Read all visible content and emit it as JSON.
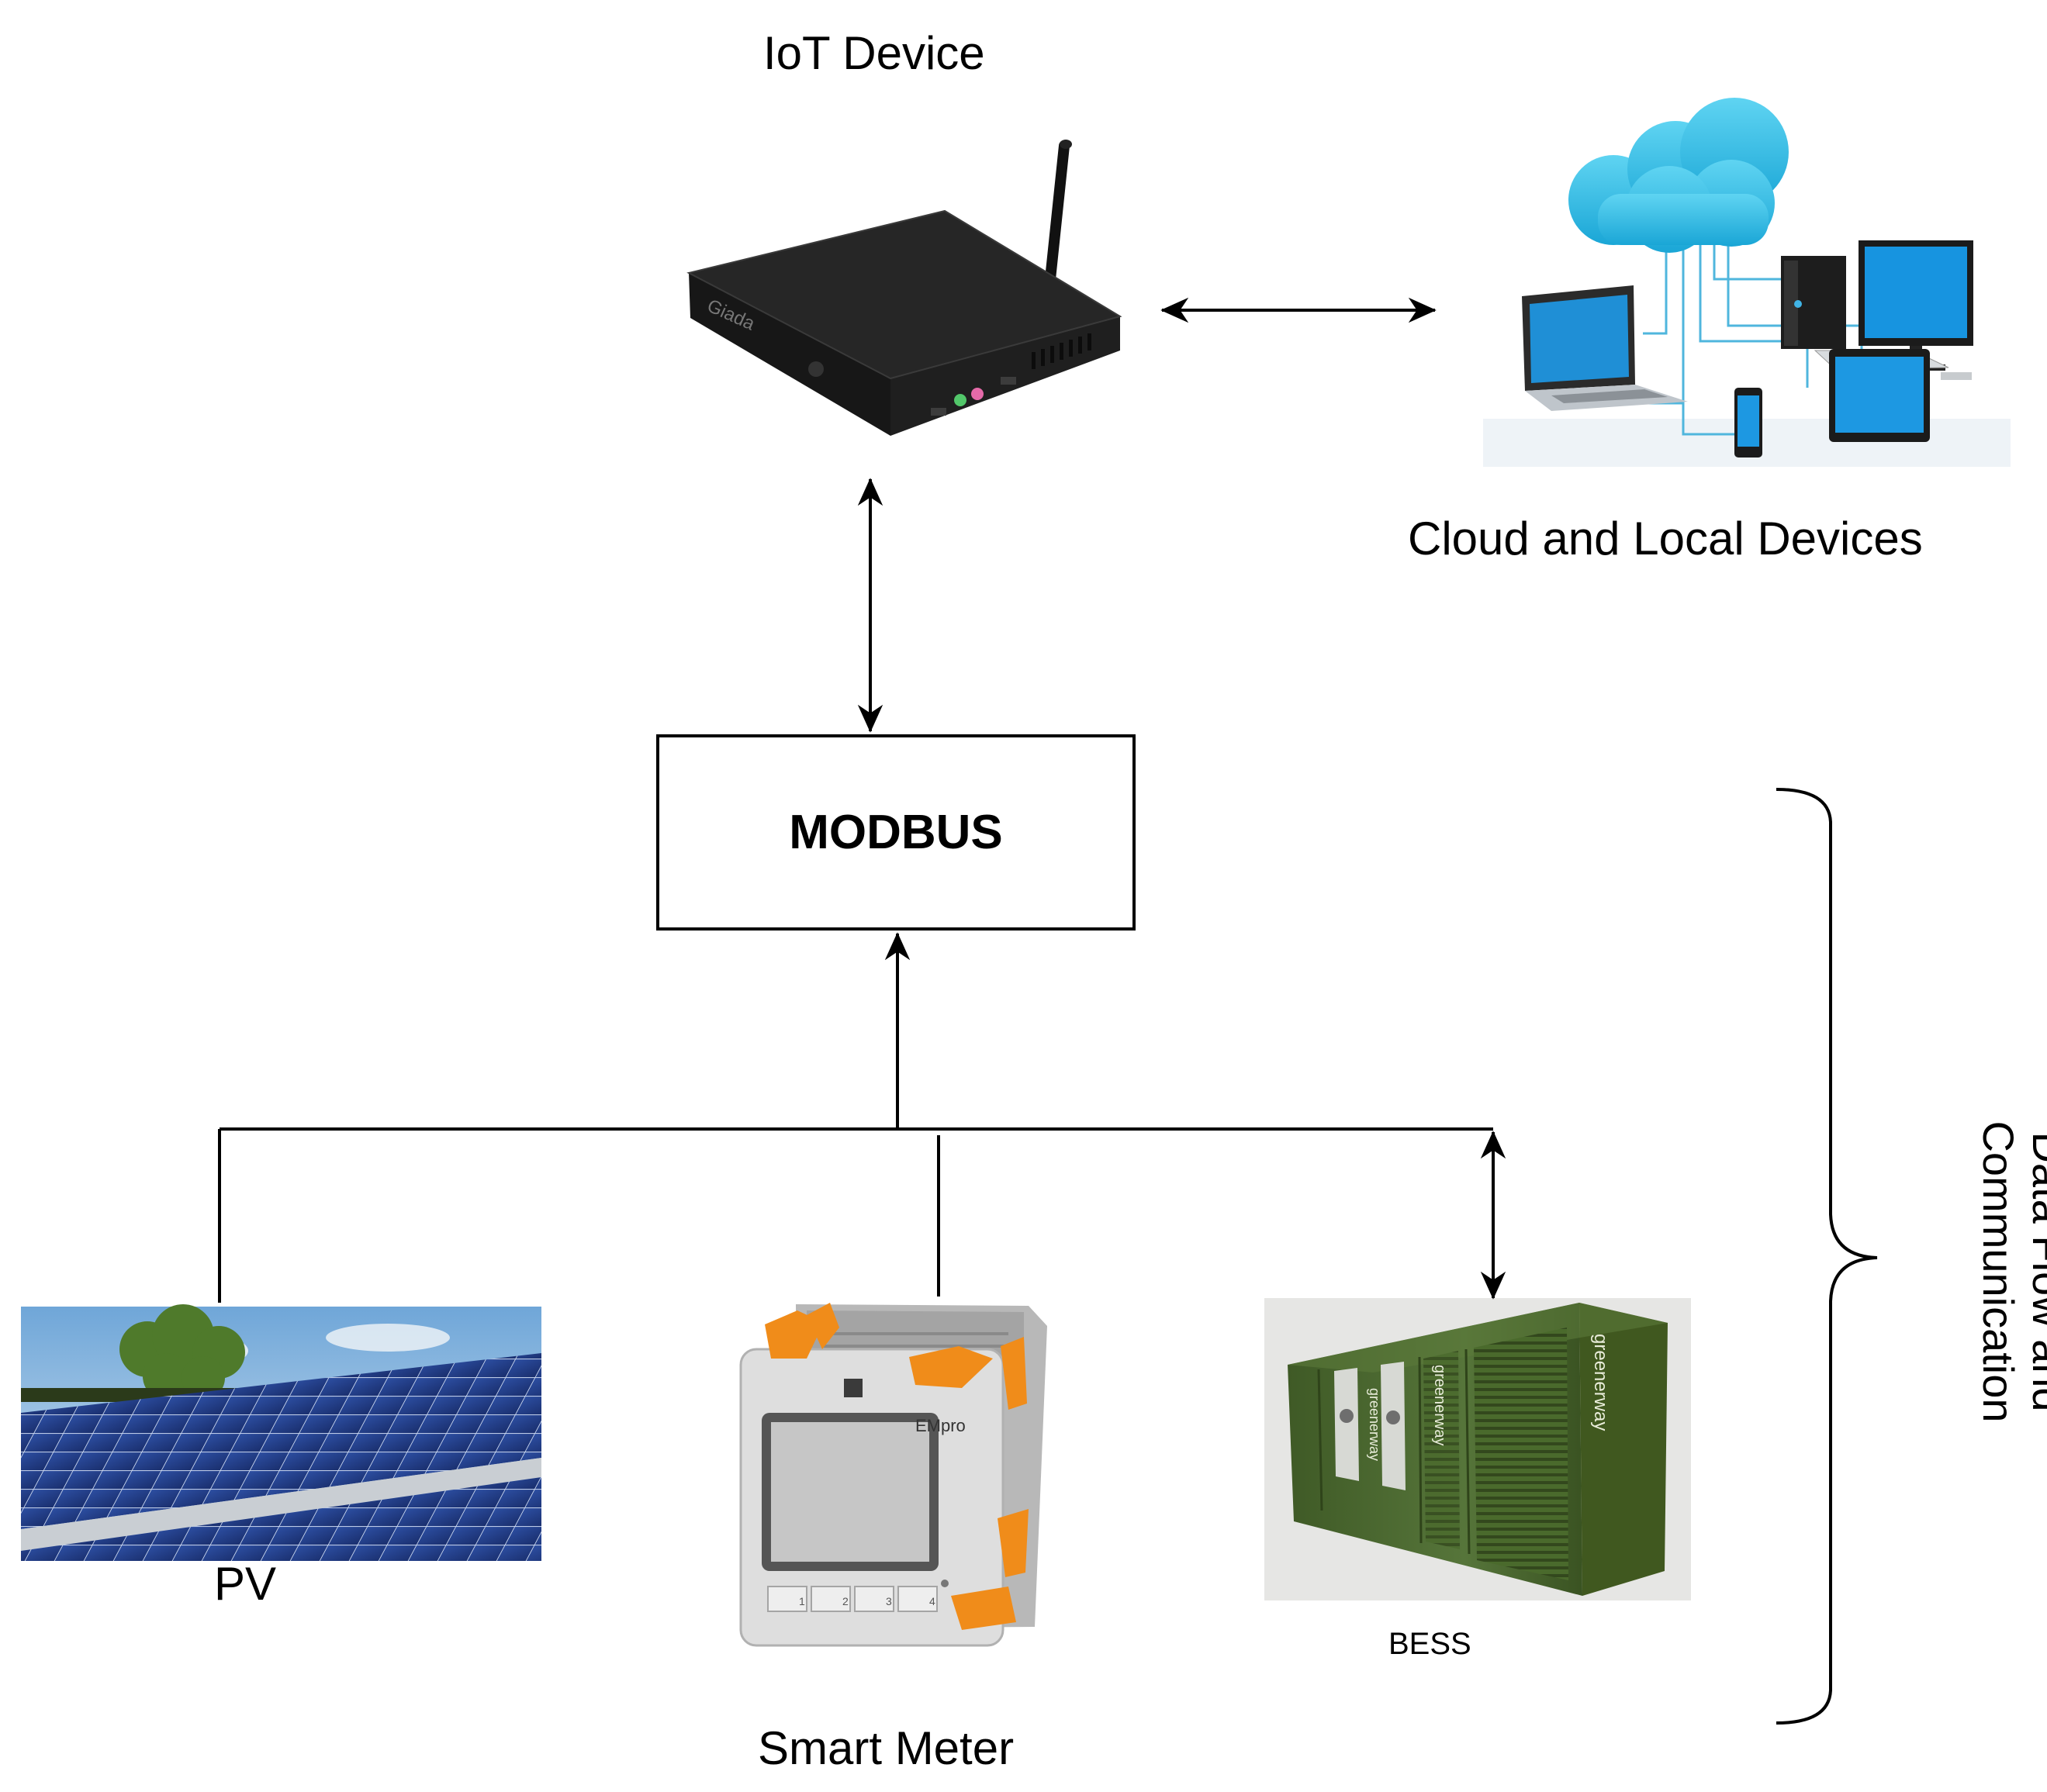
{
  "diagram": {
    "labels": {
      "iot_device": "IoT Device",
      "cloud_local": "Cloud and Local Devices",
      "modbus": "MODBUS",
      "pv": "PV",
      "smart_meter": "Smart Meter",
      "bess": "BESS",
      "data_flow": "Data Flow and Communication"
    },
    "device_text": {
      "iot_brand": "Giada",
      "meter_brand": "EMpro",
      "meter_keys": [
        "1",
        "2",
        "3",
        "4"
      ],
      "bess_brand": "greenerway"
    },
    "colors": {
      "line": "#000000",
      "cloud": "#38c3e8",
      "bess_green": "#4d6a2e",
      "meter_orange": "#f08c1a",
      "pv_panel": "#23408f",
      "sky": "#9cc7e8"
    },
    "icons": [
      "router-icon",
      "cloud-network-icon",
      "solar-panel-image",
      "smart-meter-image",
      "battery-container-image"
    ]
  }
}
